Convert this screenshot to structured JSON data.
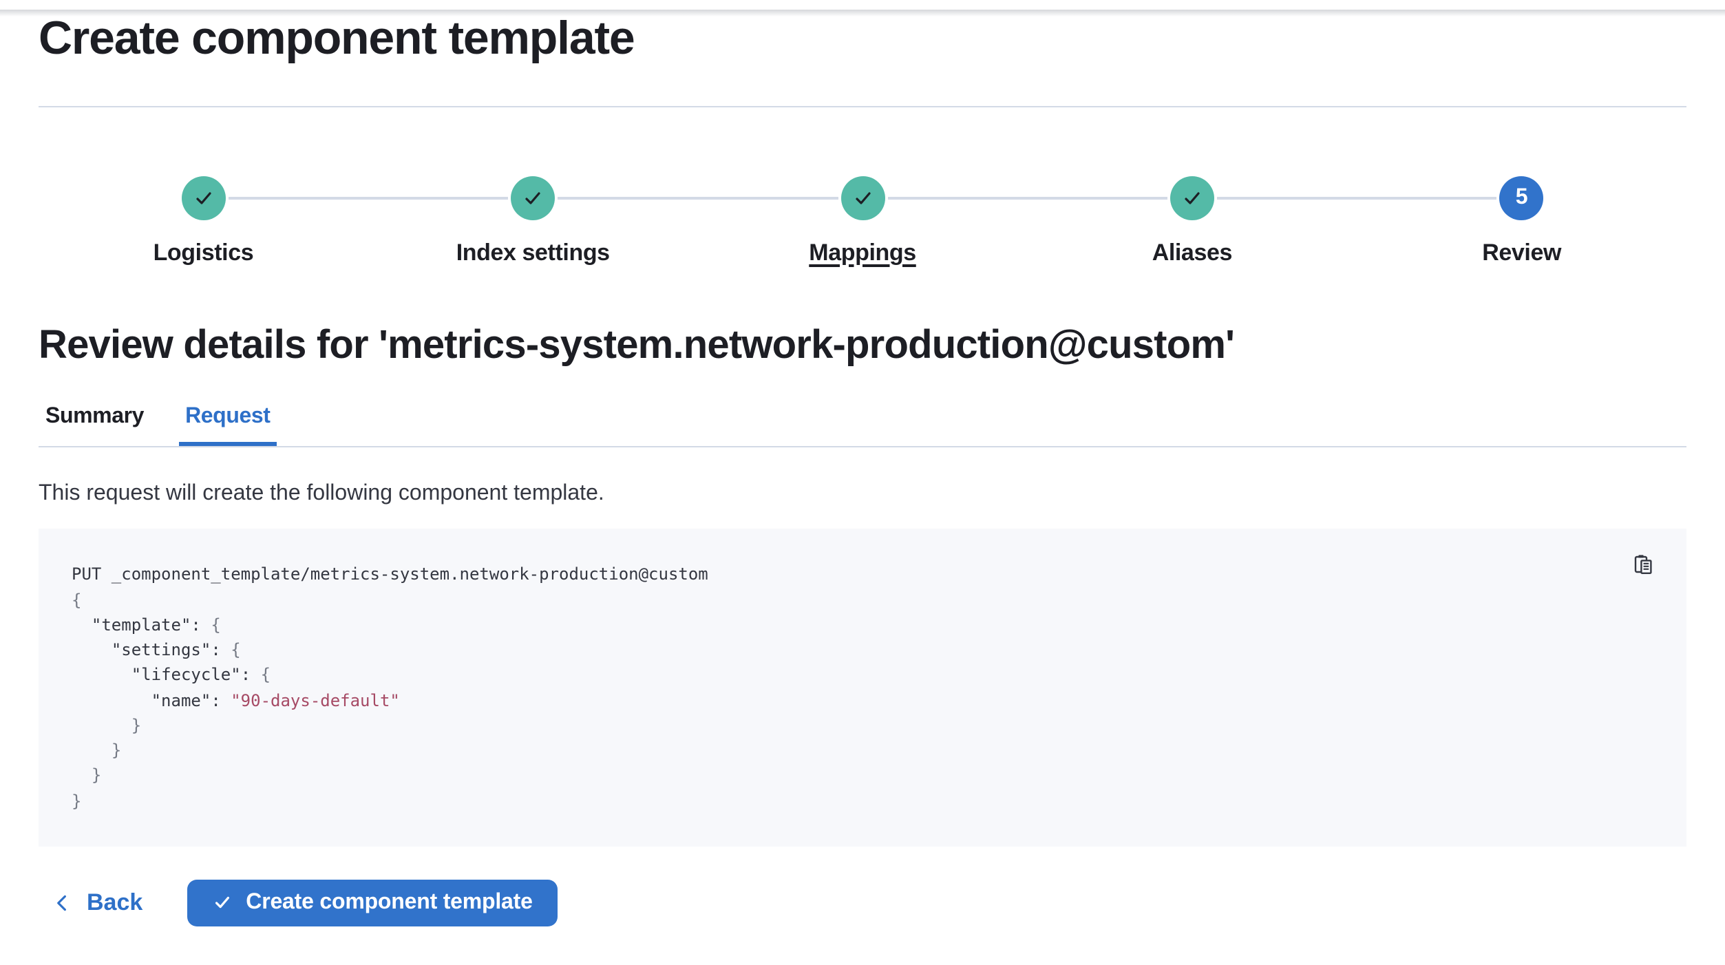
{
  "page": {
    "title": "Create component template"
  },
  "stepper": {
    "steps": [
      {
        "label": "Logistics",
        "status": "complete"
      },
      {
        "label": "Index settings",
        "status": "complete"
      },
      {
        "label": "Mappings",
        "status": "complete",
        "underlined": true
      },
      {
        "label": "Aliases",
        "status": "complete"
      },
      {
        "label": "Review",
        "status": "current",
        "number": "5"
      }
    ]
  },
  "review": {
    "heading": "Review details for 'metrics-system.network-production@custom'"
  },
  "tabs": {
    "summary": "Summary",
    "request": "Request",
    "selected": "Request"
  },
  "request": {
    "description": "This request will create the following component template.",
    "code": {
      "lines": [
        [
          {
            "t": "PUT _component_template/metrics-system.network-production@custom",
            "c": "plain"
          }
        ],
        [
          {
            "t": "{",
            "c": "punct"
          }
        ],
        [
          {
            "t": "  ",
            "c": "plain"
          },
          {
            "t": "\"template\"",
            "c": "key"
          },
          {
            "t": ": ",
            "c": "plain"
          },
          {
            "t": "{",
            "c": "punct"
          }
        ],
        [
          {
            "t": "    ",
            "c": "plain"
          },
          {
            "t": "\"settings\"",
            "c": "key"
          },
          {
            "t": ": ",
            "c": "plain"
          },
          {
            "t": "{",
            "c": "punct"
          }
        ],
        [
          {
            "t": "      ",
            "c": "plain"
          },
          {
            "t": "\"lifecycle\"",
            "c": "key"
          },
          {
            "t": ": ",
            "c": "plain"
          },
          {
            "t": "{",
            "c": "punct"
          }
        ],
        [
          {
            "t": "        ",
            "c": "plain"
          },
          {
            "t": "\"name\"",
            "c": "key"
          },
          {
            "t": ": ",
            "c": "plain"
          },
          {
            "t": "\"90-days-default\"",
            "c": "string"
          }
        ],
        [
          {
            "t": "      ",
            "c": "plain"
          },
          {
            "t": "}",
            "c": "punct"
          }
        ],
        [
          {
            "t": "    ",
            "c": "plain"
          },
          {
            "t": "}",
            "c": "punct"
          }
        ],
        [
          {
            "t": "  ",
            "c": "plain"
          },
          {
            "t": "}",
            "c": "punct"
          }
        ],
        [
          {
            "t": "}",
            "c": "punct"
          }
        ]
      ]
    }
  },
  "footer": {
    "back_label": "Back",
    "submit_label": "Create component template"
  },
  "icons": {
    "step_complete": "check-icon",
    "copy": "copy-clipboard-icon",
    "back": "chevron-left-icon",
    "submit": "check-icon"
  },
  "colors": {
    "accent_blue": "#3173CB",
    "success_teal": "#54BAA7",
    "title_text": "#1D1E24",
    "body_text": "#343741",
    "divider": "#D3DAE6",
    "code_background": "#F7F8FB",
    "code_string": "#A64A65",
    "code_punctuation": "#757A85"
  }
}
